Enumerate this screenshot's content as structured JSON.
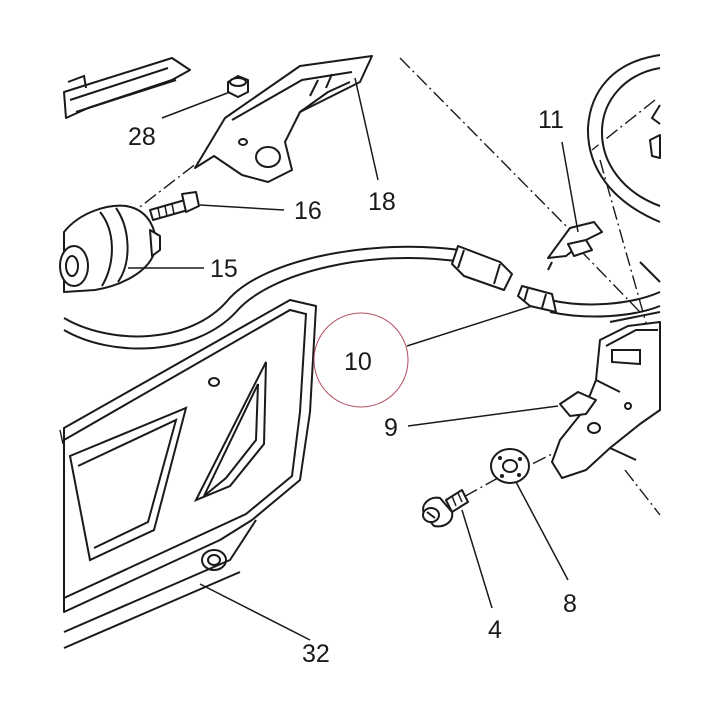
{
  "labels": {
    "p28": "28",
    "p18": "18",
    "p16": "16",
    "p15": "15",
    "p11": "11",
    "p10": "10",
    "p9": "9",
    "p8": "8",
    "p4": "4",
    "p32": "32"
  },
  "colors": {
    "ink": "#1a1a1a",
    "highlight_circle": "#b05060",
    "background": "#ffffff"
  }
}
